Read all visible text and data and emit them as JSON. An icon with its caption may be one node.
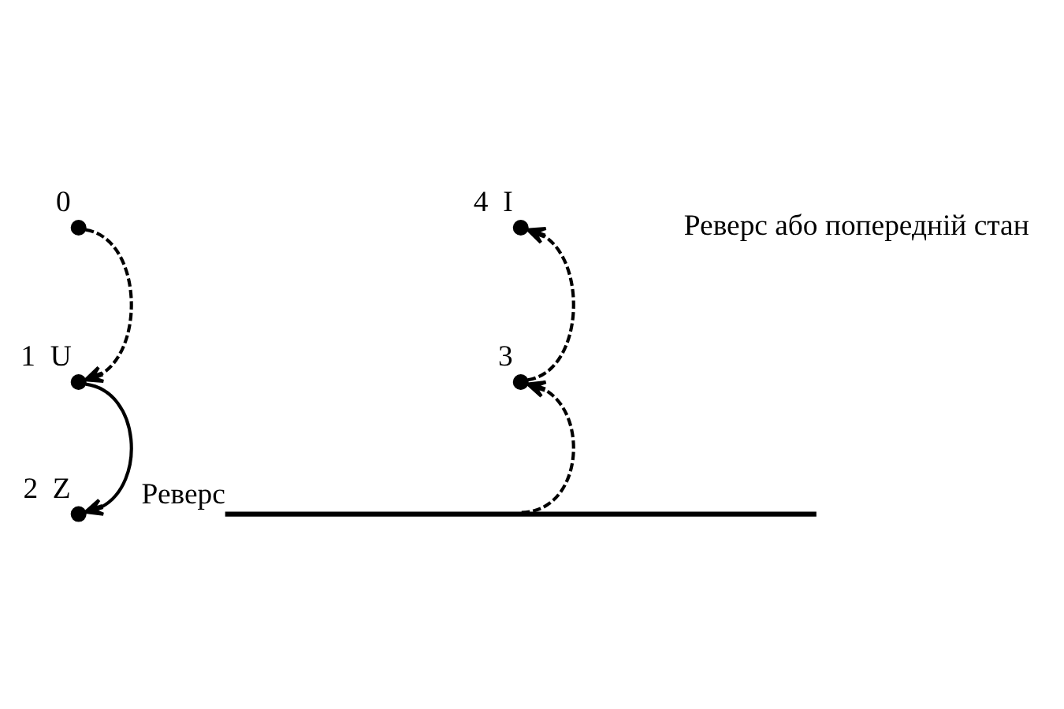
{
  "diagram": {
    "nodes": [
      {
        "text": [],
        "shape": "circle",
        "beside": [
          "0"
        ]
      },
      {
        "text": [],
        "shape": "circle",
        "beside": [
          "1",
          "U"
        ]
      },
      {
        "text": [],
        "shape": "circle",
        "beside": [
          "2",
          "Z"
        ]
      },
      {
        "text": [],
        "shape": "circle",
        "beside": [
          "3"
        ]
      },
      {
        "text": [],
        "shape": "circle",
        "beside": [
          "4",
          "I"
        ]
      },
      {
        "text": [],
        "shape": "bar",
        "beside": [
          "Реверс"
        ]
      }
    ],
    "edges": [
      {
        "from": 0,
        "to": 1,
        "arrow": "to",
        "style": "dashed"
      },
      {
        "from": 1,
        "to": 2,
        "arrow": "to"
      },
      {
        "from": 5,
        "to": 3,
        "arrow": "to",
        "style": "dashed"
      },
      {
        "from": 3,
        "to": 4,
        "arrow": "to",
        "style": "dashed"
      }
    ],
    "labels": [
      "Реверс або попередній стан"
    ]
  }
}
